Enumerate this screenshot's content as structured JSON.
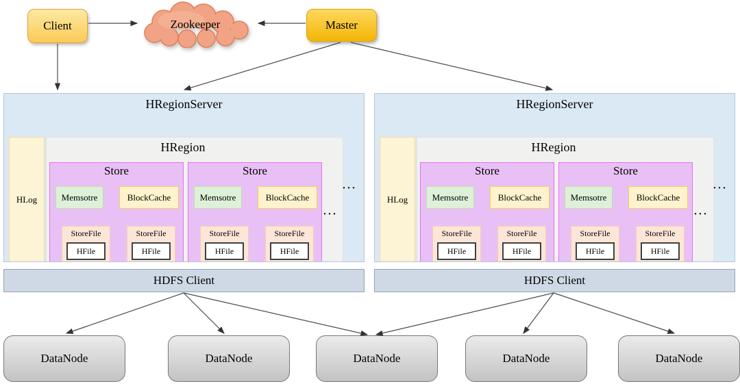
{
  "top": {
    "client": "Client",
    "zookeeper": "Zookeeper",
    "master": "Master"
  },
  "region_servers": [
    {
      "title": "HRegionServer",
      "hlog": "HLog",
      "ellipsis": "···",
      "hregion": {
        "title": "HRegion",
        "ellipsis": "···",
        "stores": [
          {
            "title": "Store",
            "memstore": "Memsotre",
            "blockcache": "BlockCache",
            "storefiles": [
              {
                "label": "StoreFile",
                "hfile": "HFile"
              },
              {
                "label": "StoreFile",
                "hfile": "HFile"
              }
            ]
          },
          {
            "title": "Store",
            "memstore": "Memsotre",
            "blockcache": "BlockCache",
            "storefiles": [
              {
                "label": "StoreFile",
                "hfile": "HFile"
              },
              {
                "label": "StoreFile",
                "hfile": "HFile"
              }
            ]
          }
        ]
      },
      "hdfs_client": "HDFS Client"
    },
    {
      "title": "HRegionServer",
      "hlog": "HLog",
      "ellipsis": "···",
      "hregion": {
        "title": "HRegion",
        "ellipsis": "···",
        "stores": [
          {
            "title": "Store",
            "memstore": "Memsotre",
            "blockcache": "BlockCache",
            "storefiles": [
              {
                "label": "StoreFile",
                "hfile": "HFile"
              },
              {
                "label": "StoreFile",
                "hfile": "HFile"
              }
            ]
          },
          {
            "title": "Store",
            "memstore": "Memsotre",
            "blockcache": "BlockCache",
            "storefiles": [
              {
                "label": "StoreFile",
                "hfile": "HFile"
              },
              {
                "label": "StoreFile",
                "hfile": "HFile"
              }
            ]
          }
        ]
      },
      "hdfs_client": "HDFS Client"
    }
  ],
  "datanodes": [
    "DataNode",
    "DataNode",
    "DataNode",
    "DataNode",
    "DataNode"
  ],
  "colors": {
    "region_server_fill": "#dbe9f5",
    "hlog_fill": "#fdf3d5",
    "hregion_fill": "#f1f1f0",
    "store_fill": "#e9c0f5",
    "store_border": "#e66ef2",
    "memstore_fill": "#def0d8",
    "blockcache_fill": "#fef3cd",
    "storefile_fill": "#fce6d8",
    "hfile_fill": "#ffffff",
    "hdfs_client_fill": "#cfd9e5",
    "datanode_fill": "#d9d9d9",
    "client_fill": "#fbd061",
    "master_fill": "#f6bd13",
    "zookeeper_fill": "#f2a385",
    "arrow_color": "#444444"
  }
}
